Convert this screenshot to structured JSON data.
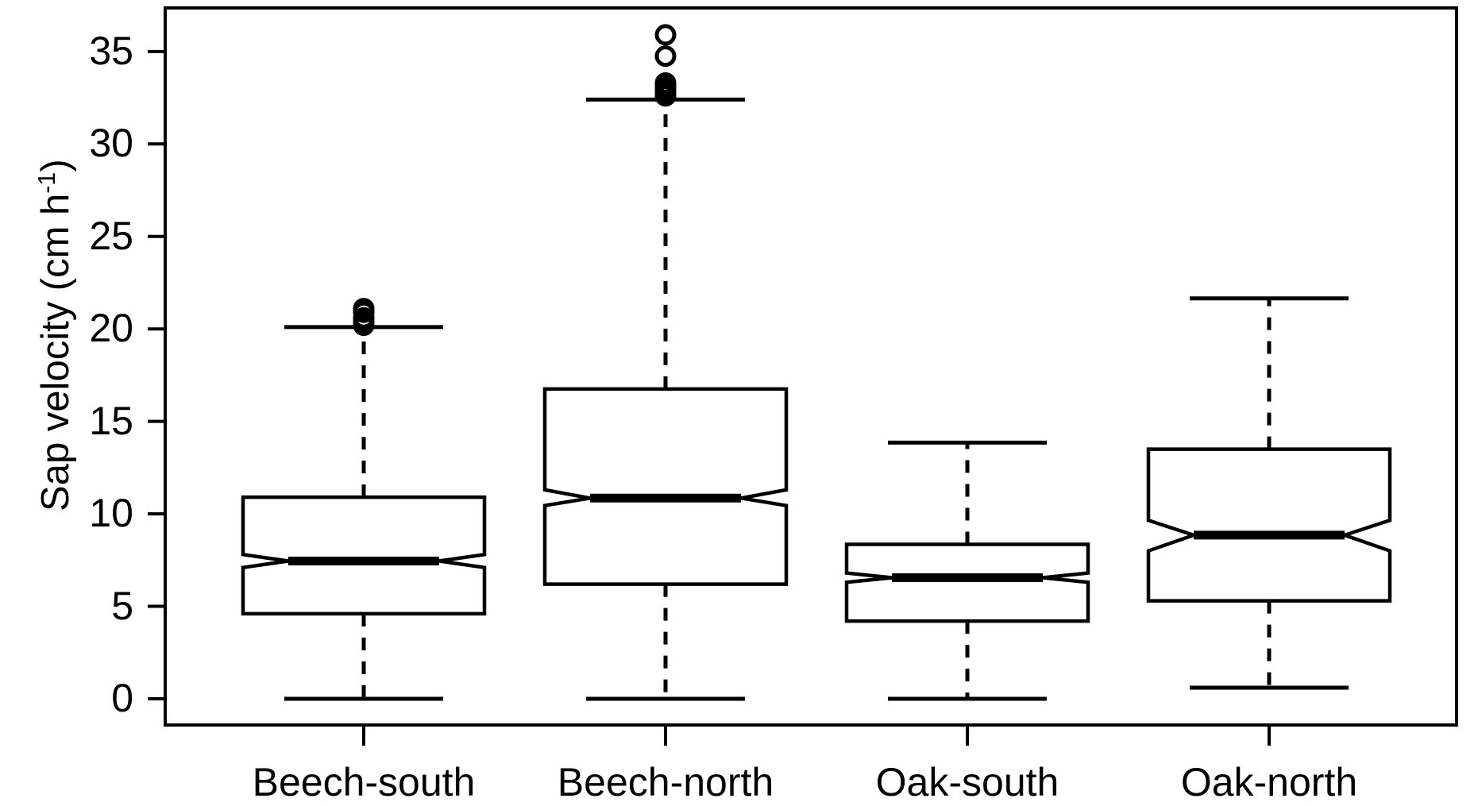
{
  "chart_data": {
    "type": "box",
    "title": "",
    "xlabel": "",
    "ylabel": "Sap velocity (cm h",
    "ylabel_sup": "-1",
    "ylabel_tail": ")",
    "categories": [
      "Beech-south",
      "Beech-north",
      "Oak-south",
      "Oak-north"
    ],
    "ylim": [
      -1.5,
      37
    ],
    "yticks": [
      0,
      5,
      10,
      15,
      20,
      25,
      30,
      35
    ],
    "ytick_labels": [
      "0",
      "5",
      "10",
      "15",
      "20",
      "25",
      "30",
      "35"
    ],
    "grid": false,
    "legend": null,
    "notched": true,
    "boxes": [
      {
        "category": "Beech-south",
        "whisker_low": 0.0,
        "q1": 4.6,
        "median": 7.45,
        "notch_low": 7.1,
        "notch_high": 7.8,
        "q3": 10.9,
        "whisker_high": 20.1,
        "outliers": [
          20.2,
          20.4,
          20.6,
          20.9,
          21.1
        ]
      },
      {
        "category": "Beech-north",
        "whisker_low": 0.0,
        "q1": 6.2,
        "median": 10.85,
        "notch_low": 10.45,
        "notch_high": 11.3,
        "q3": 16.75,
        "whisker_high": 32.4,
        "outliers": [
          32.6,
          32.8,
          33.0,
          33.15,
          33.3,
          34.75,
          35.9
        ]
      },
      {
        "category": "Oak-south",
        "whisker_low": 0.0,
        "q1": 4.2,
        "median": 6.55,
        "notch_low": 6.3,
        "notch_high": 6.8,
        "q3": 8.35,
        "whisker_high": 13.85,
        "outliers": []
      },
      {
        "category": "Oak-north",
        "whisker_low": 0.6,
        "q1": 5.3,
        "median": 8.85,
        "notch_low": 8.0,
        "notch_high": 9.65,
        "q3": 13.5,
        "whisker_high": 21.65,
        "outliers": []
      }
    ],
    "colors": {
      "line": "#000000",
      "box_fill": "#ffffff",
      "median": "#000000",
      "background": "#ffffff"
    }
  }
}
